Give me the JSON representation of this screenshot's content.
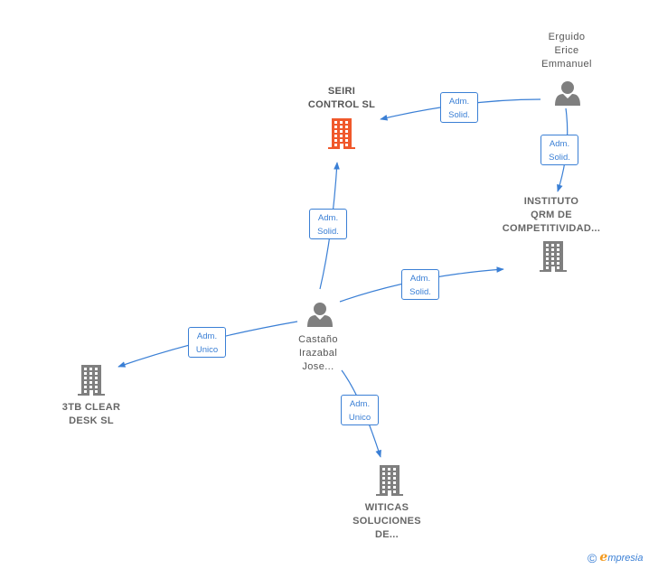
{
  "colors": {
    "edge": "#3a7fd5",
    "company_main": "#f0582b",
    "company": "#7f7f7f",
    "person": "#7f7f7f"
  },
  "nodes": {
    "seiri": {
      "lines": [
        "SEIRI",
        "CONTROL  SL"
      ],
      "icon": "building-icon-highlighted"
    },
    "erguido": {
      "lines": [
        "Erguido",
        "Erice",
        "Emmanuel"
      ],
      "icon": "person-icon"
    },
    "instituto": {
      "lines": [
        "INSTITUTO",
        "QRM DE",
        "COMPETITIVIDAD..."
      ],
      "icon": "building-icon"
    },
    "castano": {
      "lines": [
        "Castaño",
        "Irazabal",
        "Jose..."
      ],
      "icon": "person-icon"
    },
    "tresb": {
      "lines": [
        "3TB CLEAR",
        "DESK  SL"
      ],
      "icon": "building-icon"
    },
    "witicas": {
      "lines": [
        "WITICAS",
        "SOLUCIONES",
        "DE..."
      ],
      "icon": "building-icon"
    }
  },
  "edges": [
    {
      "id": "erguido-seiri",
      "from": "erguido",
      "to": "seiri",
      "label": [
        "Adm.",
        "Solid."
      ]
    },
    {
      "id": "erguido-instituto",
      "from": "erguido",
      "to": "instituto",
      "label": [
        "Adm.",
        "Solid."
      ]
    },
    {
      "id": "castano-seiri",
      "from": "castano",
      "to": "seiri",
      "label": [
        "Adm.",
        "Solid."
      ]
    },
    {
      "id": "castano-instituto",
      "from": "castano",
      "to": "instituto",
      "label": [
        "Adm.",
        "Solid."
      ]
    },
    {
      "id": "castano-tresb",
      "from": "castano",
      "to": "tresb",
      "label": [
        "Adm.",
        "Unico"
      ]
    },
    {
      "id": "castano-witicas",
      "from": "castano",
      "to": "witicas",
      "label": [
        "Adm.",
        "Unico"
      ]
    }
  ],
  "footer": {
    "copyright": "©",
    "brand_initial": "e",
    "brand_rest": "mpresia"
  }
}
